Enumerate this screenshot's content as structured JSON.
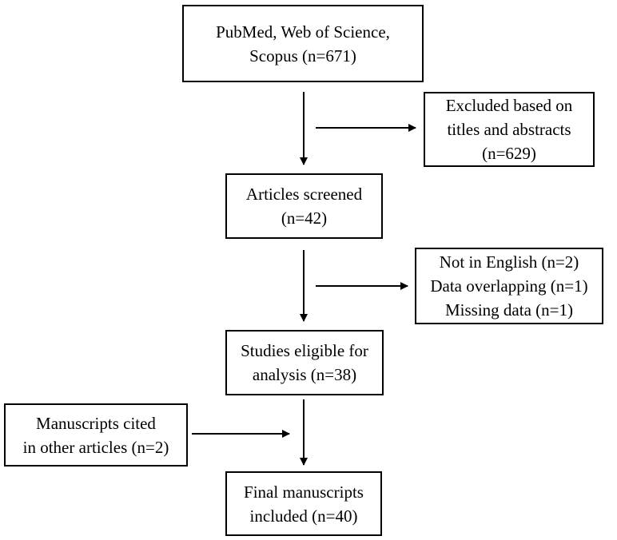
{
  "boxes": {
    "databases": {
      "lines": [
        "PubMed, Web of Science,",
        "Scopus (n=671)"
      ]
    },
    "excluded_titles": {
      "lines": [
        "Excluded based on",
        "titles and abstracts",
        "(n=629)"
      ]
    },
    "articles_screened": {
      "lines": [
        "Articles screened",
        "(n=42)"
      ]
    },
    "excluded_reasons": {
      "lines": [
        "Not in English (n=2)",
        "Data overlapping (n=1)",
        "Missing data (n=1)"
      ]
    },
    "eligible": {
      "lines": [
        "Studies eligible for",
        "analysis (n=38)"
      ]
    },
    "cited": {
      "lines": [
        "Manuscripts cited",
        "in other articles (n=2)"
      ]
    },
    "final": {
      "lines": [
        "Final manuscripts",
        "included (n=40)"
      ]
    }
  },
  "colors": {
    "stroke": "#000000",
    "background": "#ffffff"
  }
}
